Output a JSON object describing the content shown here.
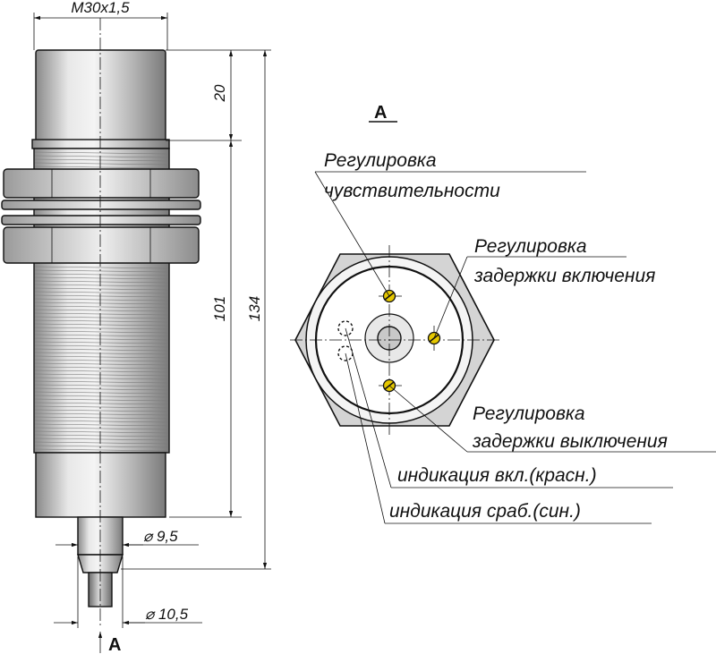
{
  "dimensions": {
    "thread": "M30x1,5",
    "top_length": "20",
    "thread_length": "101",
    "total_length": "134",
    "cable_diameter": "⌀ 9,5",
    "gland_diameter": "⌀ 10,5"
  },
  "view": {
    "marker_label": "A",
    "title": "A"
  },
  "callouts": {
    "sensitivity_1": "Регулировка",
    "sensitivity_2": "чувствительности",
    "on_delay_1": "Регулировка",
    "on_delay_2": "задержки включения",
    "off_delay_1": "Регулировка",
    "off_delay_2": "задержки выключения",
    "on_indication": "индикация вкл.(красн.)",
    "trigger_indication": "индикация сраб.(син.)"
  },
  "colors": {
    "body": "#c8c8c8",
    "screw": "#e6c800",
    "line": "#111111"
  }
}
